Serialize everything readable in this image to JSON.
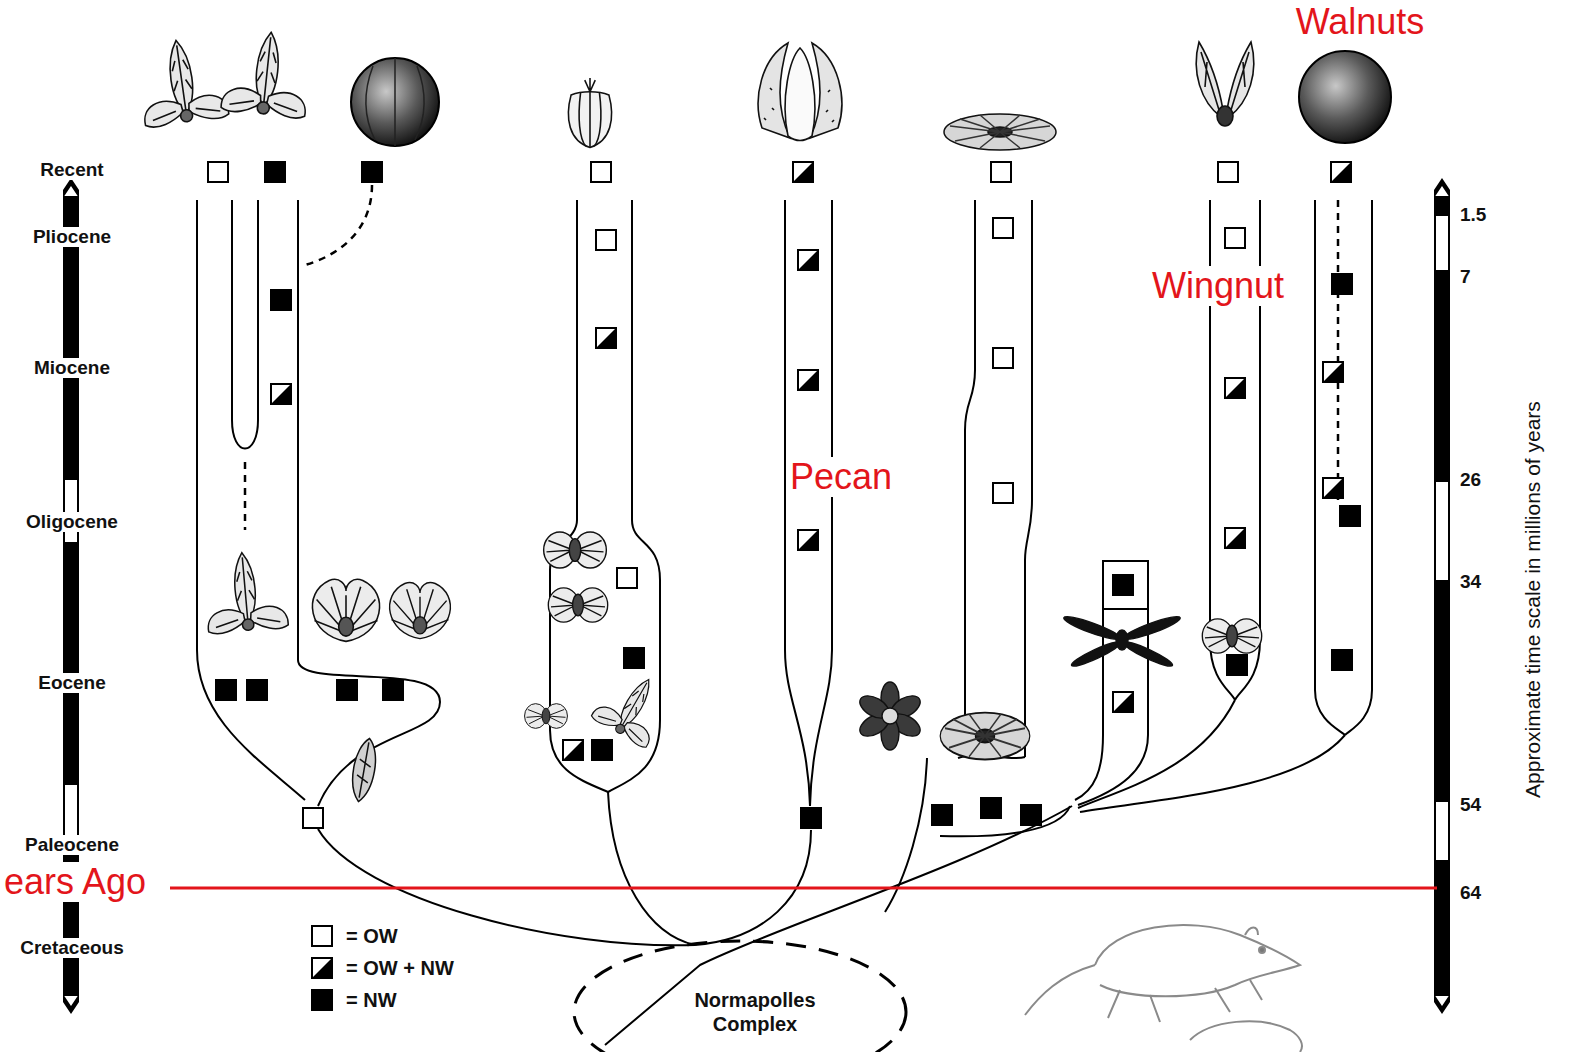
{
  "diagram": {
    "nodes": [
      {
        "text": [
          "Normapolles Complex"
        ]
      }
    ],
    "labels": [
      "Walnuts",
      "Wingnut",
      "Pecan",
      "ears Ago",
      "Recent",
      "Pliocene",
      "Miocene",
      "Oligocene",
      "Eocene",
      "Paleocene",
      "Cretaceous",
      "1.5",
      "7",
      "26",
      "34",
      "54",
      "64",
      "Approximate time scale in millions of years"
    ],
    "legend": [
      {
        "text": "= OW",
        "color": "#ffffff"
      },
      {
        "text": "= OW + NW"
      },
      {
        "text": "= NW",
        "color": "#000000"
      }
    ]
  }
}
